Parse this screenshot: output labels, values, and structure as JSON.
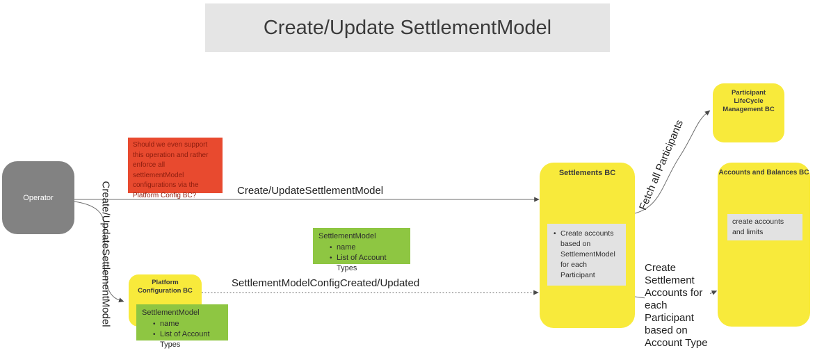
{
  "title": "Create/Update SettlementModel",
  "colors": {
    "banner_bg": "#E5E5E5",
    "yellow": "#F8EA3B",
    "green": "#8EC642",
    "red_bg": "#E84A2F",
    "red_text": "#8C1D0E",
    "operator_gray": "#828282",
    "note_gray": "#E2E2E2",
    "line": "#6e6e6e",
    "text_dark": "#1f1f1f"
  },
  "nodes": {
    "operator": {
      "label": "Operator"
    },
    "platform_config": {
      "label": "Platform Configuration BC"
    },
    "settlements": {
      "label": "Settlements BC",
      "note": "Create accounts based on SettlementModel for each Participant"
    },
    "participant_lifecycle": {
      "label": "Participant LifeCycle Management BC"
    },
    "accounts_balances": {
      "label": "Accounts and Balances BC",
      "note": "create accounts and limits"
    }
  },
  "annotations": {
    "red_note": "Should we even support this operation and rather enforce all settlementModel configurations via the Platform Config BC?",
    "settlement_model_mid": {
      "title": "SettlementModel",
      "items": [
        "name",
        "List of Account Types"
      ]
    },
    "settlement_model_bottom": {
      "title": "SettlementModel",
      "items": [
        "name",
        "List of Account Types"
      ]
    }
  },
  "edges": {
    "create_update_horizontal": {
      "label": "Create/UpdateSettlementModel"
    },
    "create_update_curved": {
      "label": "Create/UpdateSettlementModel"
    },
    "config_created_updated": {
      "label": "SettlementModelConfigCreated/Updated"
    },
    "fetch_all_participants": {
      "label": "Fetch all Participants"
    },
    "create_settlement_accounts": {
      "label": "Create Settlement Accounts for each Participant based on Account Type"
    }
  }
}
